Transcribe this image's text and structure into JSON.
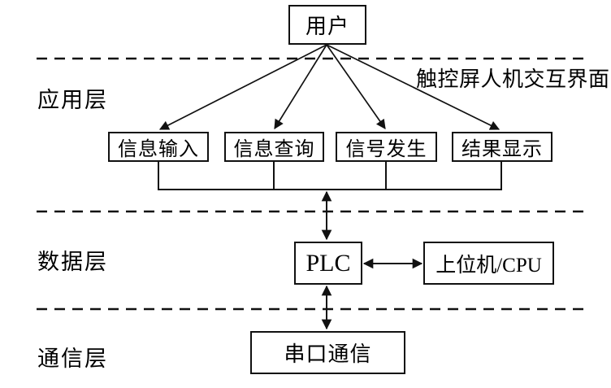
{
  "nodes": {
    "user": {
      "label": "用户"
    },
    "app_boxes": [
      {
        "label": "信息输入"
      },
      {
        "label": "信息查询"
      },
      {
        "label": "信号发生"
      },
      {
        "label": "结果显示"
      }
    ],
    "plc": {
      "label": "PLC"
    },
    "host": {
      "label": "上位机/CPU"
    },
    "serial": {
      "label": "串口通信"
    }
  },
  "layers": [
    {
      "label": "应用层"
    },
    {
      "label": "数据层"
    },
    {
      "label": "通信层"
    }
  ],
  "annotations": {
    "hmi": "触控屏人机交互界面"
  },
  "colors": {
    "line": "#111111",
    "text": "#000000",
    "background": "#ffffff"
  }
}
